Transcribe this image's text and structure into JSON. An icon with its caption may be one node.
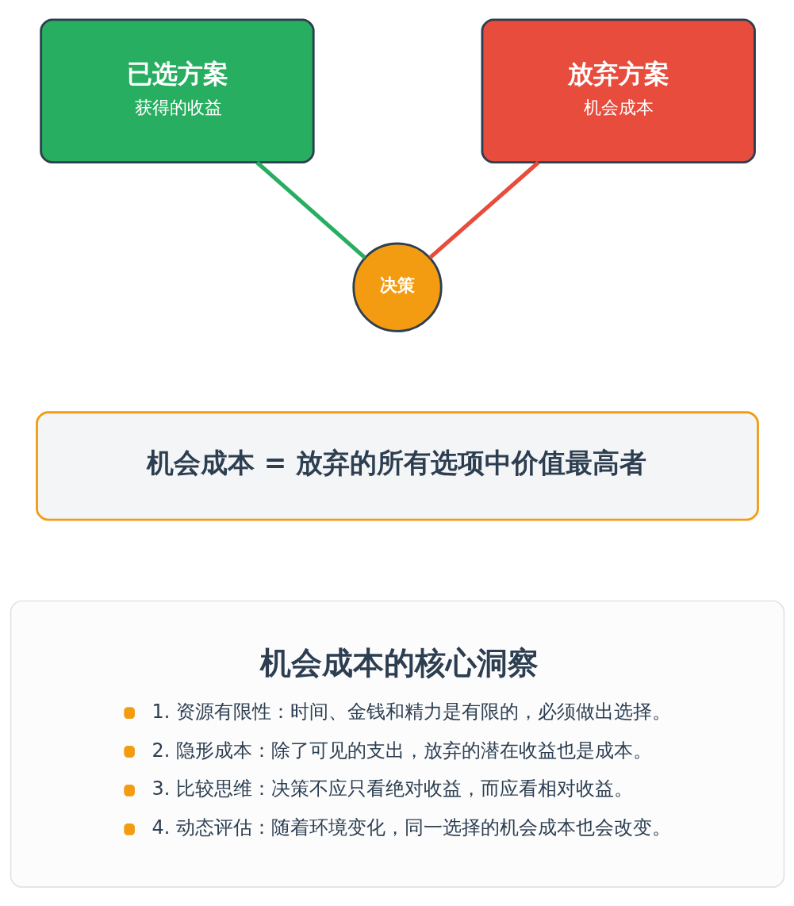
{
  "diagram": {
    "nodes": [
      {
        "text": [
          "已选方案",
          "获得的收益"
        ]
      },
      {
        "text": [
          "放弃方案",
          "机会成本"
        ]
      },
      {
        "text": [
          "决策"
        ]
      },
      {
        "text": [
          "机会成本 = 放弃的所有选项中价值最高者"
        ]
      },
      {
        "text": [
          "机会成本的核心洞察",
          "1. 资源有限性：时间、金钱和精力是有限的，必须做出选择。",
          "2. 隐形成本：除了可见的支出，放弃的潜在收益也是成本。",
          "3. 比较思维：决策不应只看绝对收益，而应看相对收益。",
          "4. 动态评估：随着环境变化，同一选择的机会成本也会改变。"
        ]
      }
    ],
    "edges": [
      {
        "from": 0,
        "to": 2,
        "arrow": "none",
        "color": "#27ae60"
      },
      {
        "from": 1,
        "to": 2,
        "arrow": "none",
        "color": "#e74c3c"
      }
    ]
  }
}
